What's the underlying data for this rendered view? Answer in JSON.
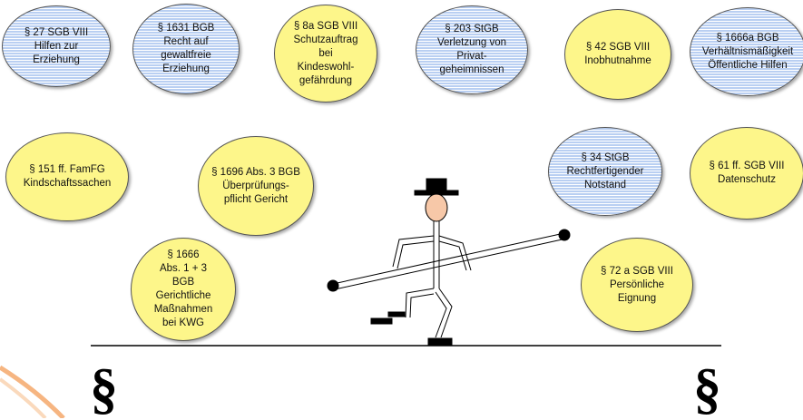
{
  "colors": {
    "yellow_bubble": "#fdf68a",
    "blue_bubble": "#b9cff2",
    "rope": "#000000",
    "face": "#f7c8a8",
    "accent_orange": "#f4a261"
  },
  "bubbles": [
    {
      "id": "sgb8-27",
      "style": "blue",
      "text": "§ 27 SGB VIII\nHilfen zur\nErziehung"
    },
    {
      "id": "bgb-1631",
      "style": "blue",
      "text": "§ 1631 BGB\nRecht auf\ngewaltfreie\nErziehung"
    },
    {
      "id": "sgb8-8a",
      "style": "yellow",
      "text": "§ 8a SGB VIII\nSchutzauftrag\nbei\nKindeswohl-\ngefährdung"
    },
    {
      "id": "stgb-203",
      "style": "blue",
      "text": "§ 203 StGB\nVerletzung von\nPrivat-\ngeheimnissen"
    },
    {
      "id": "sgb8-42",
      "style": "yellow",
      "text": "§ 42 SGB VIII\nInobhutnahme"
    },
    {
      "id": "bgb-1666a",
      "style": "blue",
      "text": "§ 1666a BGB\nVerhältnismäßigkeit\nÖffentliche Hilfen"
    },
    {
      "id": "famfg-151",
      "style": "yellow",
      "text": "§ 151 ff. FamFG\nKindschaftssachen"
    },
    {
      "id": "bgb-1696",
      "style": "yellow",
      "text": "§ 1696 Abs. 3 BGB\nÜberprüfungs-\npflicht  Gericht"
    },
    {
      "id": "stgb-34",
      "style": "blue",
      "text": "§ 34 StGB\nRechtfertigender\nNotstand"
    },
    {
      "id": "sgb8-61",
      "style": "yellow",
      "text": "§ 61 ff.  SGB VIII\nDatenschutz"
    },
    {
      "id": "bgb-1666",
      "style": "yellow",
      "text": "§ 1666\nAbs. 1 + 3\nBGB\nGerichtliche\nMaßnahmen\nbei KWG"
    },
    {
      "id": "sgb8-72a",
      "style": "yellow",
      "text": "§ 72 a SGB VIII\nPersönliche\nEignung"
    }
  ],
  "anchors": {
    "left_symbol": "§",
    "right_symbol": "§"
  }
}
